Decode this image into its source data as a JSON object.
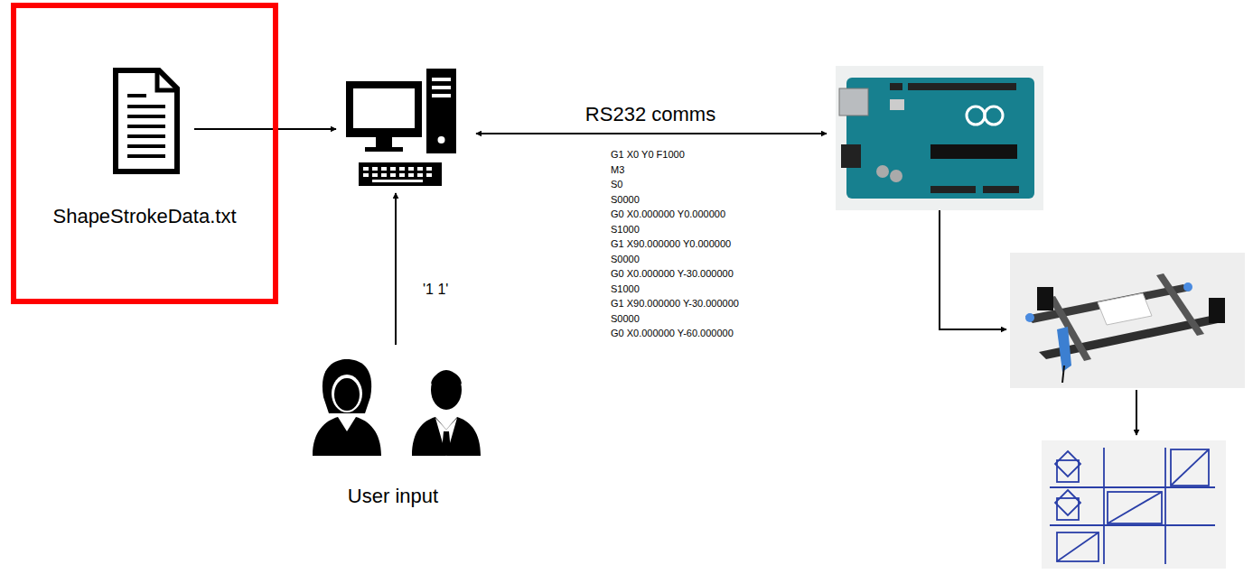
{
  "diagram": {
    "nodes": [
      {
        "text": [
          "ShapeStrokeData.txt"
        ]
      }
    ],
    "labels": [
      "RS232 comms",
      "G1 X0 Y0 F1000",
      "M3",
      "S0",
      "S0000",
      "G0 X0.000000 Y0.000000",
      "S1000",
      "G1 X90.000000 Y0.000000",
      "S0000",
      "G0 X0.000000 Y-30.000000",
      "S1000",
      "G1 X90.000000 Y-30.000000",
      "S0000",
      "G0 X0.000000 Y-60.000000",
      "'1 1'",
      "User input"
    ]
  }
}
